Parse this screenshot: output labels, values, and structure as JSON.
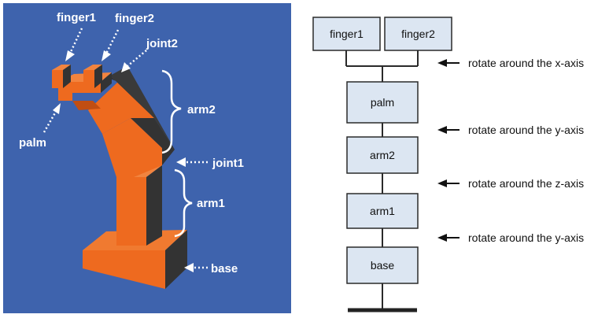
{
  "colors": {
    "panel_bg": "#3e63ad",
    "arm_orange": "#ee6a1f",
    "arm_dark": "#3a3a3a",
    "arm_shadow": "#c14e12",
    "node_fill": "#dce6f2",
    "node_stroke": "#2a2a2a",
    "callout": "#ffffff"
  },
  "illustration": {
    "labels": {
      "finger1": "finger1",
      "finger2": "finger2",
      "joint2": "joint2",
      "arm2": "arm2",
      "palm": "palm",
      "joint1": "joint1",
      "arm1": "arm1",
      "base": "base"
    }
  },
  "hierarchy": {
    "nodes": {
      "finger1": "finger1",
      "finger2": "finger2",
      "palm": "palm",
      "arm2": "arm2",
      "arm1": "arm1",
      "base": "base"
    },
    "rotations": [
      "rotate around the x-axis",
      "rotate around the y-axis",
      "rotate around the z-axis",
      "rotate around the y-axis"
    ]
  }
}
